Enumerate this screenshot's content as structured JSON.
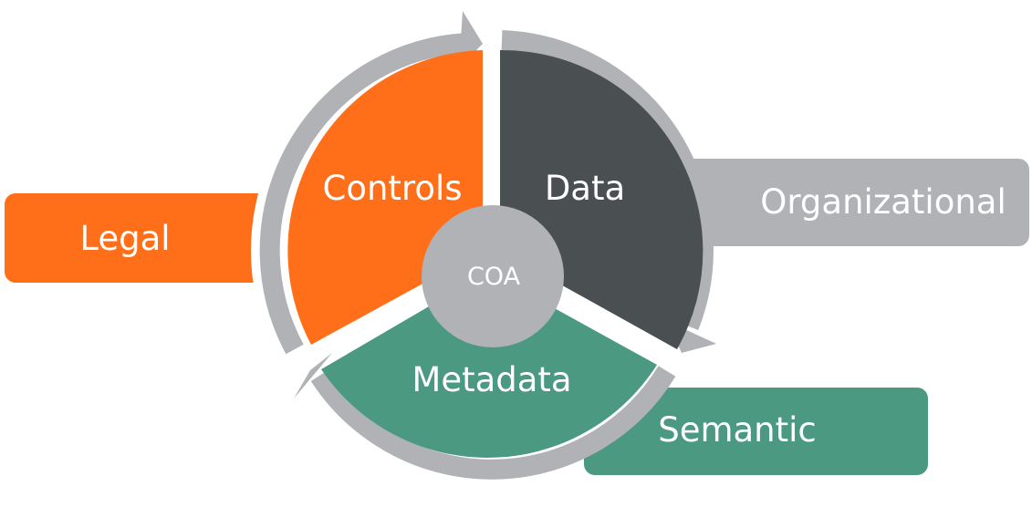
{
  "center": {
    "label": "COA"
  },
  "segments": [
    {
      "label": "Controls",
      "color": "#FF6F1A"
    },
    {
      "label": "Data",
      "color": "#4A4F52"
    },
    {
      "label": "Metadata",
      "color": "#4B9981"
    }
  ],
  "tabs": [
    {
      "label": "Legal",
      "color": "#FF6F1A"
    },
    {
      "label": "Organizational",
      "color": "#B1B2B5"
    },
    {
      "label": "Semantic",
      "color": "#4B9981"
    }
  ],
  "colors": {
    "ring": "#B1B2B5",
    "hub": "#B1B2B5",
    "background": "#FFFFFF"
  }
}
